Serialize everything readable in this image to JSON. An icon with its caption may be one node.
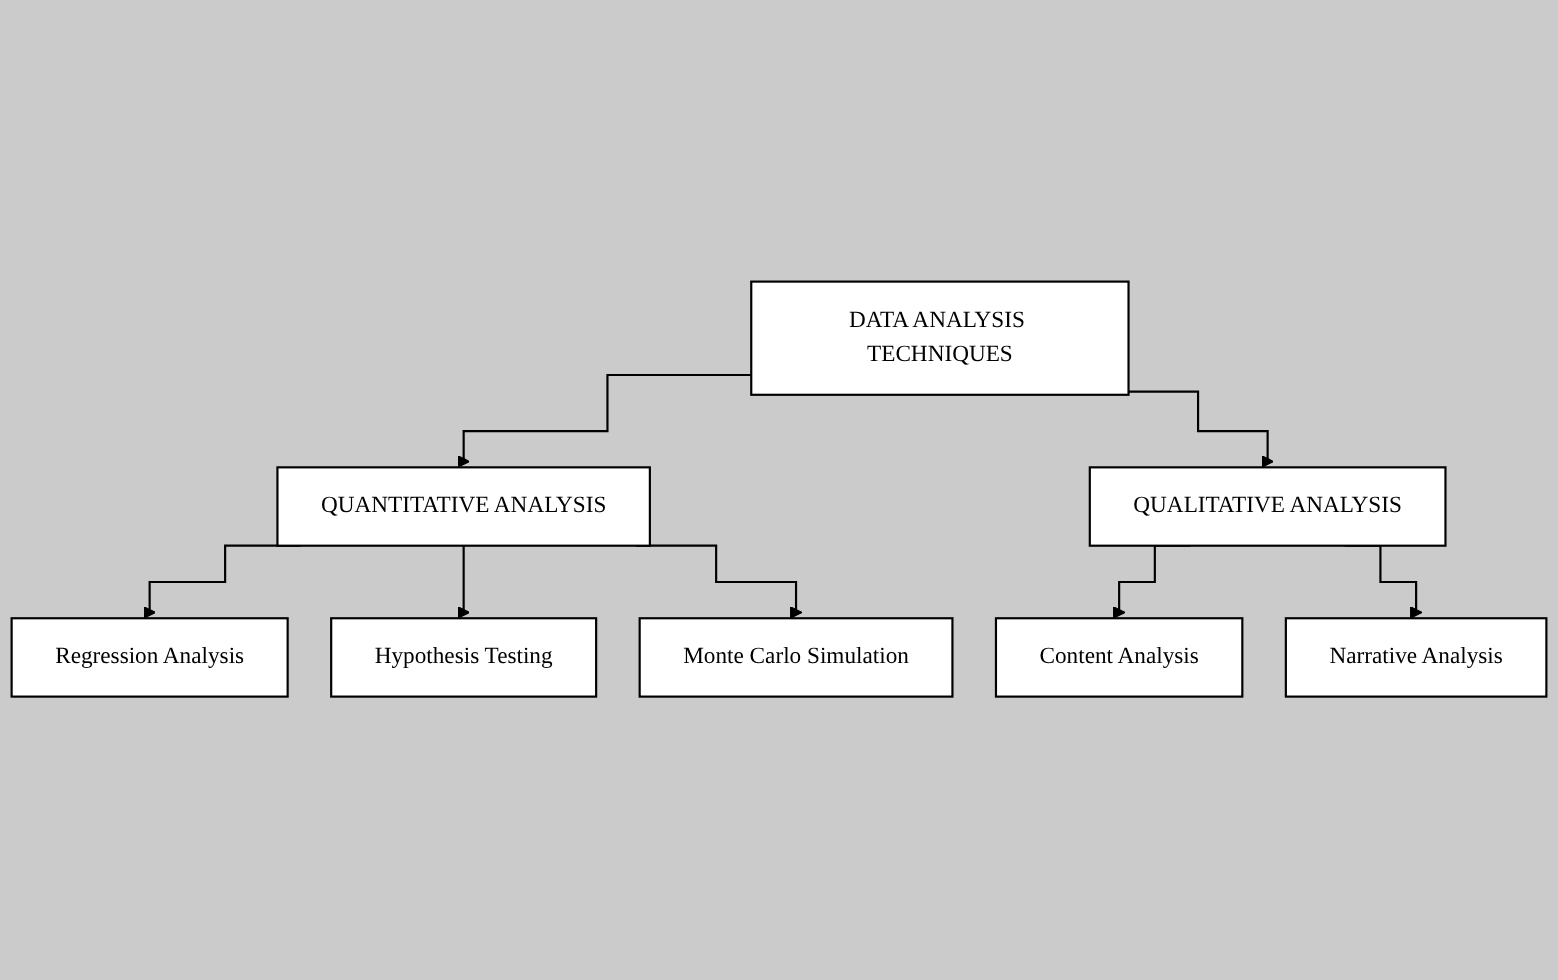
{
  "diagram": {
    "nodes": [
      {
        "text": [
          "DATA ANALYSIS TECHNIQUES"
        ]
      },
      {
        "text": [
          "QUANTITATIVE ANALYSIS"
        ]
      },
      {
        "text": [
          "QUALITATIVE ANALYSIS"
        ]
      },
      {
        "text": [
          "Regression Analysis"
        ]
      },
      {
        "text": [
          "Hypothesis Testing"
        ]
      },
      {
        "text": [
          "Monte Carlo Simulation"
        ]
      },
      {
        "text": [
          "Content Analysis"
        ]
      },
      {
        "text": [
          "Narrative Analysis"
        ]
      }
    ],
    "edges": [
      {
        "from": 0,
        "to": 1,
        "arrow": "to"
      },
      {
        "from": 0,
        "to": 2,
        "arrow": "to"
      },
      {
        "from": 1,
        "to": 3,
        "arrow": "to"
      },
      {
        "from": 1,
        "to": 4,
        "arrow": "to"
      },
      {
        "from": 1,
        "to": 5,
        "arrow": "to"
      },
      {
        "from": 2,
        "to": 6,
        "arrow": "to"
      },
      {
        "from": 2,
        "to": 7,
        "arrow": "to"
      }
    ]
  }
}
